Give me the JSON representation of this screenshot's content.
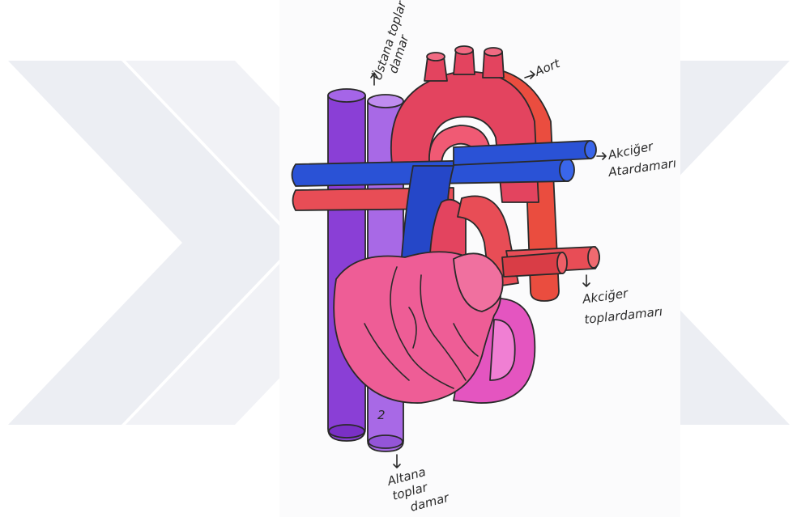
{
  "labels": {
    "superior_vena_cava": [
      "Üstana toplar",
      "damar"
    ],
    "aorta": "Aort",
    "pulmonary_artery": [
      "Akciğer",
      "Atardamarı"
    ],
    "pulmonary_veins": [
      "Akciğer",
      "toplardamarı"
    ],
    "inferior_vena_cava": [
      "Altana",
      "toplar",
      "damar"
    ],
    "vessel_number": "2"
  },
  "colors": {
    "watermark": "#eef0f4",
    "vena_cava_dark": "#8a3fd6",
    "vena_cava_light": "#a869e6",
    "aorta": "#e3445f",
    "aorta_back": "#ea4d3f",
    "pulmonary_artery": "#2a52d6",
    "heart": "#ee5d96",
    "left_atrium": "#e455c0",
    "pulmonary_veins": "#e84d56"
  }
}
